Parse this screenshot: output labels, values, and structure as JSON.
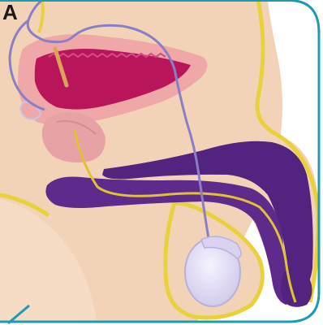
{
  "figure": {
    "panel_label": "A"
  },
  "colors": {
    "border": "#1f9bb0",
    "skin": "#f3d3b8",
    "skin_light": "#fae6d3",
    "skin_shadow": "#e8b995",
    "fat_outline": "#e9d13a",
    "bladder": "#b8155a",
    "bladder_wall": "#f0a7a7",
    "prostate": "#e7a2a6",
    "erectile_tissue": "#52237f",
    "vas_deferens": "#8a7fc7",
    "urethra": "#e3c232",
    "testis": "#e4e0f3",
    "ureter": "#d9a35a"
  },
  "structures": [
    {
      "id": "bladder",
      "icon": "bladder-shape"
    },
    {
      "id": "prostate",
      "icon": "prostate-shape"
    },
    {
      "id": "penis",
      "icon": "penis-shape"
    },
    {
      "id": "testis",
      "icon": "testis-shape"
    },
    {
      "id": "vas-deferens",
      "icon": "duct-line"
    },
    {
      "id": "urethra",
      "icon": "duct-line"
    }
  ]
}
